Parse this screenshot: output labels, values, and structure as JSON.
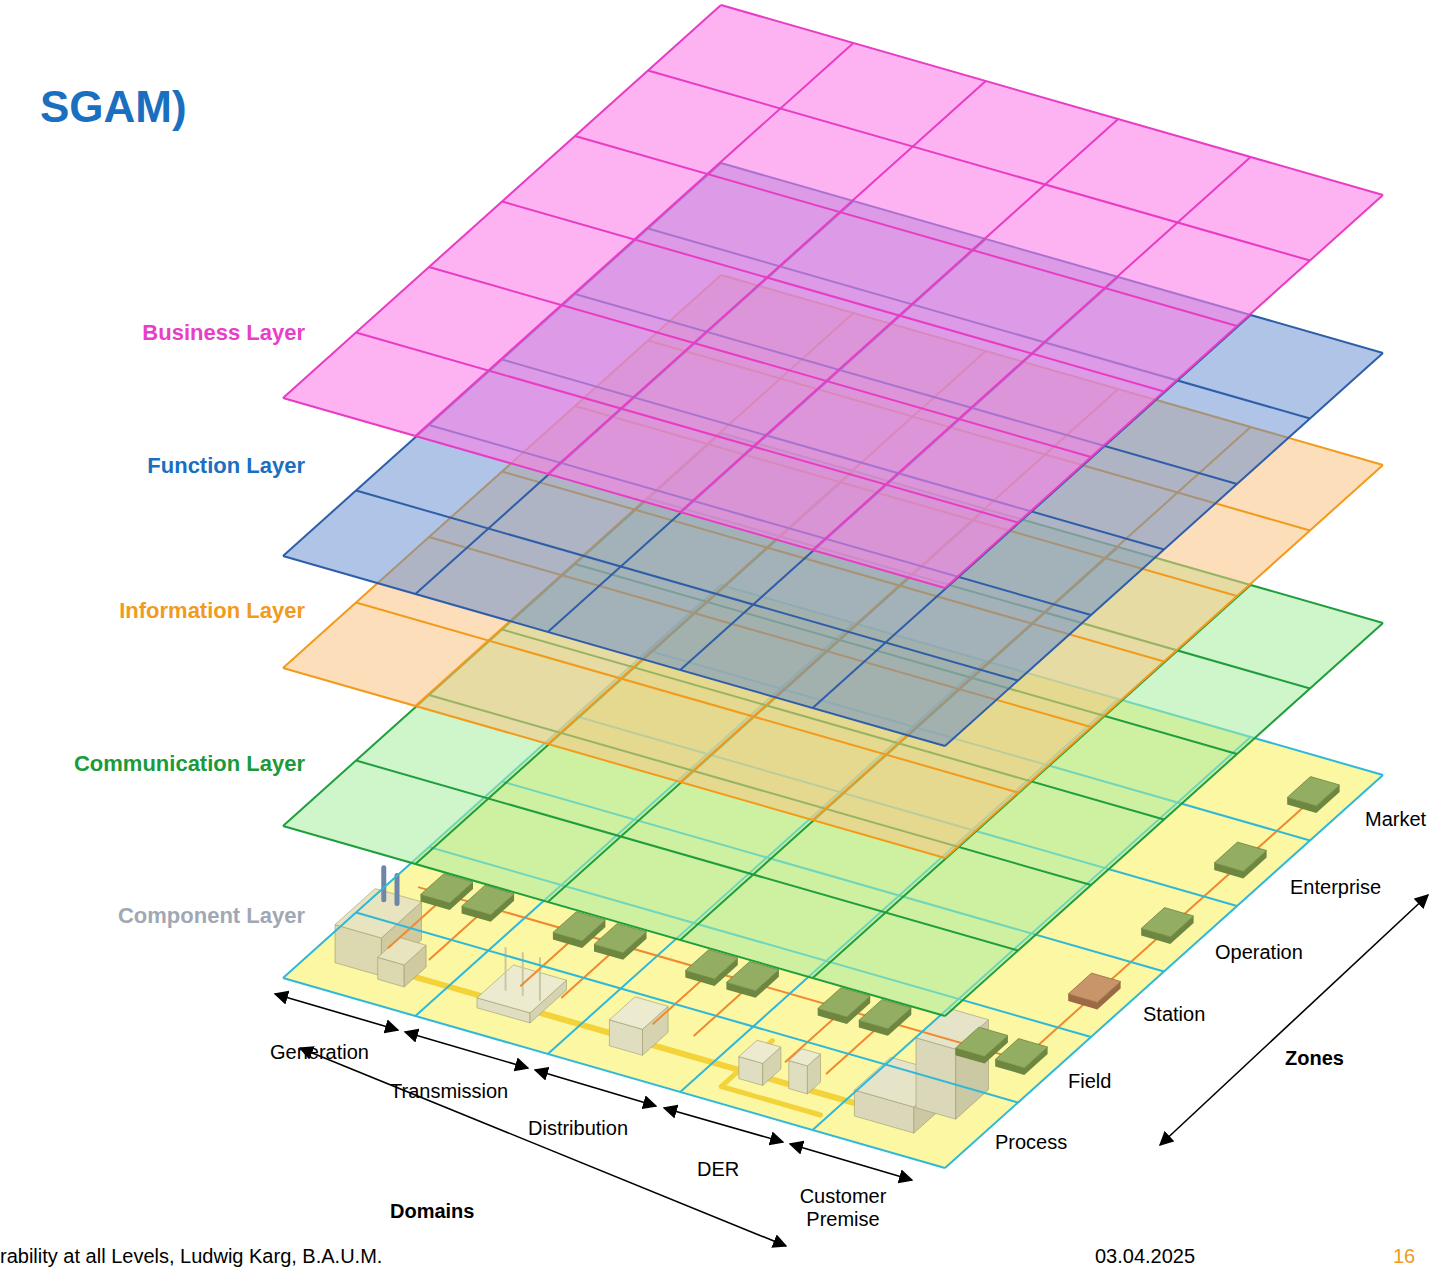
{
  "diagram": {
    "title": "SGAM)",
    "labels": [
      "Business Layer",
      "Function Layer",
      "Information Layer",
      "Communication Layer",
      "Component Layer",
      "Market",
      "Enterprise",
      "Operation",
      "Station",
      "Field",
      "Process",
      "Zones",
      "Generation",
      "Transmission",
      "Distribution",
      "DER",
      "Customer Premise",
      "Domains",
      "rability at all Levels, Ludwig Karg, B.A.U.M.",
      "03.04.2025",
      "16"
    ]
  }
}
